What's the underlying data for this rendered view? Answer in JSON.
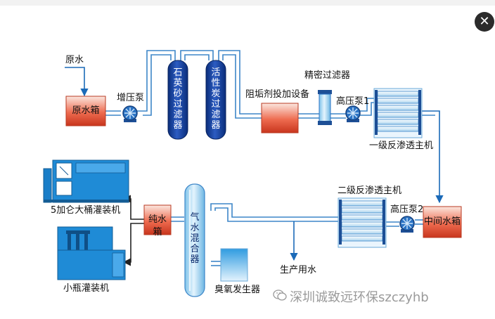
{
  "labels": {
    "raw_water": "原水",
    "raw_water_tank": "原水箱",
    "booster_pump": "增压泵",
    "quartz_sand_filter": "石英砂过滤器",
    "activated_carbon_filter": "活性炭过滤器",
    "antiscalant_dosing": "阻垢剂投加设备",
    "precision_filter": "精密过滤器",
    "high_pressure_pump_1": "高压泵1",
    "primary_ro_unit": "一级反渗透主机",
    "secondary_ro_unit": "二级反渗透主机",
    "high_pressure_pump_2": "高压泵2",
    "intermediate_tank": "中间水箱",
    "pure_water_tank": "纯水箱",
    "gas_water_mixer": "气水混合器",
    "ozone_generator": "臭氧发生器",
    "production_water": "生产用水",
    "barrel_filler": "5加仑大桶灌装机",
    "bottle_filler": "小瓶灌装机"
  },
  "watermark": "深圳诚致远环保szczyhb",
  "close_label": "✕"
}
